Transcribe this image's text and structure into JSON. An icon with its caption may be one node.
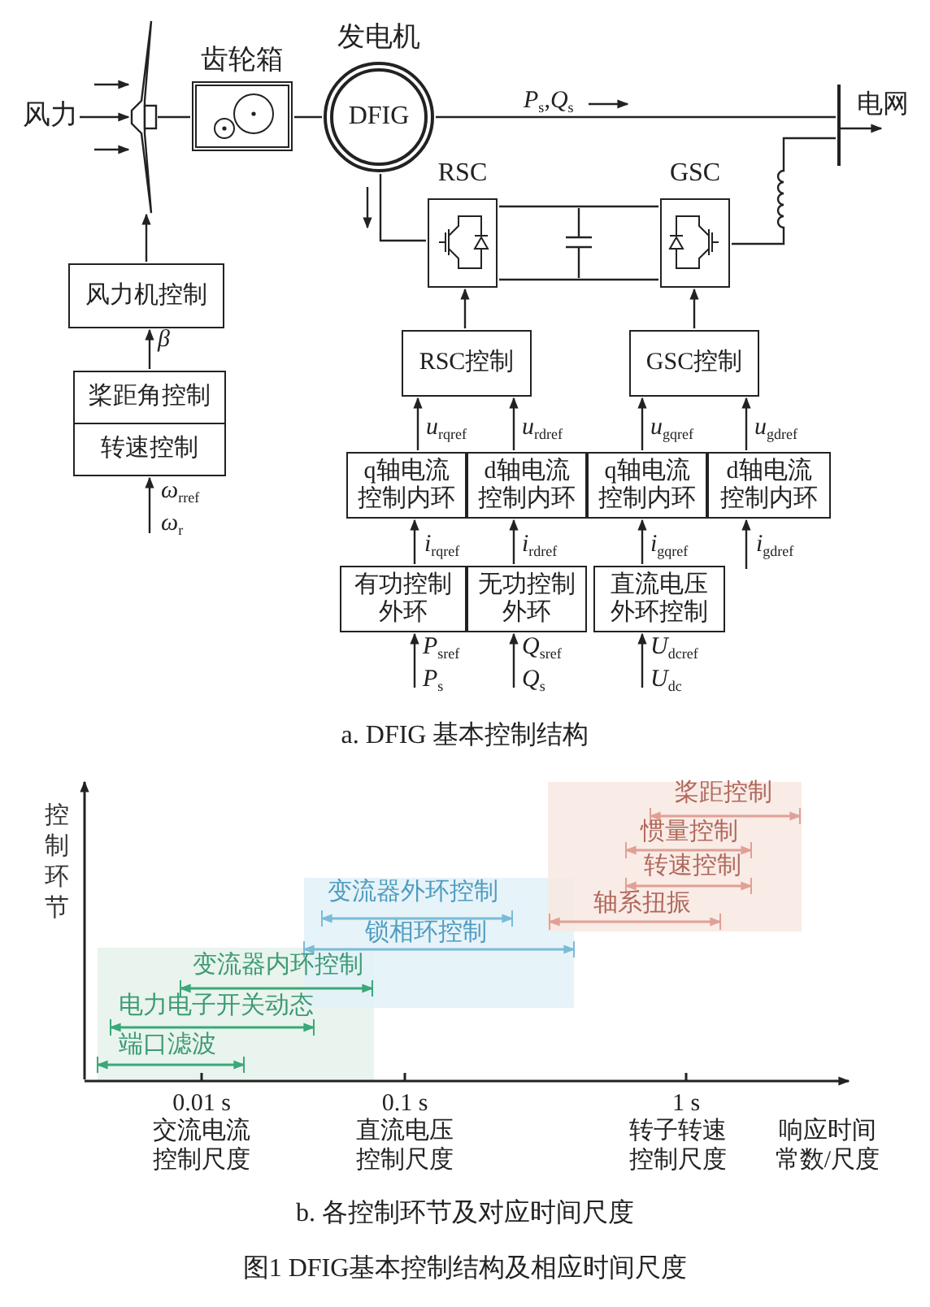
{
  "diagram": {
    "caption": "图1 DFIG基本控制结构及相应时间尺度",
    "nodes": [
      {
        "text": [
          "风力"
        ]
      },
      {
        "text": [],
        "shape": "turbine"
      },
      {
        "text": [
          "齿轮箱"
        ]
      },
      {
        "text": [
          "发电机",
          "DFIG"
        ]
      },
      {
        "text": [
          "电网"
        ]
      },
      {
        "text": [
          "RSC"
        ]
      },
      {
        "text": [
          "GSC"
        ]
      },
      {
        "text": [
          "风力机控制"
        ]
      },
      {
        "text": [
          "桨距角控制"
        ]
      },
      {
        "text": [
          "转速控制"
        ]
      },
      {
        "text": [
          "RSC控制"
        ]
      },
      {
        "text": [
          "GSC控制"
        ]
      },
      {
        "text": [
          "q轴电流控制内环"
        ]
      },
      {
        "text": [
          "d轴电流控制内环"
        ]
      },
      {
        "text": [
          "q轴电流控制内环"
        ]
      },
      {
        "text": [
          "d轴电流控制内环"
        ]
      },
      {
        "text": [
          "有功控制外环"
        ]
      },
      {
        "text": [
          "无功控制外环"
        ]
      },
      {
        "text": [
          "直流电压外环控制"
        ]
      }
    ],
    "edges": [
      {
        "from": 0,
        "to": 1,
        "arrow": "to"
      },
      {
        "from": 0,
        "to": 1,
        "arrow": "to"
      },
      {
        "from": 0,
        "to": 1,
        "arrow": "to"
      },
      {
        "from": 1,
        "to": 2,
        "arrow": "none"
      },
      {
        "from": 2,
        "to": 3,
        "arrow": "none"
      },
      {
        "from": 3,
        "to": 4,
        "arrow": "none",
        "label": "*P*$_{s}$,*Q*$_{s}$"
      },
      {
        "from": null,
        "to": 4,
        "arrow": "to"
      },
      {
        "from": 3,
        "to": 5,
        "arrow": "none"
      },
      {
        "from": 5,
        "to": 6,
        "arrow": "none"
      },
      {
        "from": 5,
        "to": 6,
        "arrow": "none"
      },
      {
        "from": 6,
        "to": 4,
        "arrow": "none"
      },
      {
        "from": 7,
        "to": 1,
        "arrow": "to"
      },
      {
        "from": 8,
        "to": 7,
        "arrow": "to",
        "label": "*β*"
      },
      {
        "from": null,
        "to": 9,
        "arrow": "to",
        "label": "*ω*$_{rref}$ *ω*$_{r}$"
      },
      {
        "from": 10,
        "to": 5,
        "arrow": "to"
      },
      {
        "from": 11,
        "to": 6,
        "arrow": "to"
      },
      {
        "from": 12,
        "to": 10,
        "arrow": "to",
        "label": "*u*$_{rqref}$"
      },
      {
        "from": 13,
        "to": 10,
        "arrow": "to",
        "label": "*u*$_{rdref}$"
      },
      {
        "from": 14,
        "to": 11,
        "arrow": "to",
        "label": "*u*$_{gqref}$"
      },
      {
        "from": 15,
        "to": 11,
        "arrow": "to",
        "label": "*u*$_{gdref}$"
      },
      {
        "from": 16,
        "to": 12,
        "arrow": "to",
        "label": "*i*$_{rqref}$"
      },
      {
        "from": 17,
        "to": 13,
        "arrow": "to",
        "label": "*i*$_{rdref}$"
      },
      {
        "from": 18,
        "to": 14,
        "arrow": "to",
        "label": "*i*$_{gqref}$"
      },
      {
        "from": null,
        "to": 15,
        "arrow": "to",
        "label": "*i*$_{gdref}$"
      },
      {
        "from": null,
        "to": 16,
        "arrow": "to",
        "label": "*P*$_{sref}$ *P*$_{s}$"
      },
      {
        "from": null,
        "to": 17,
        "arrow": "to",
        "label": "*Q*$_{sref}$ *Q*$_{s}$"
      },
      {
        "from": null,
        "to": 18,
        "arrow": "to",
        "label": "*U*$_{dcref}$ *U*$_{dc}$"
      }
    ],
    "labels": [
      "a. DFIG 基本控制结构",
      "控制环节",
      "桨距控制",
      "惯量控制",
      "转速控制",
      "变流器外环控制",
      "轴系扭振",
      "锁相环控制",
      "变流器内环控制",
      "电力电子开关动态",
      "端口滤波",
      "0.01 s",
      "交流电流控制尺度",
      "0.1 s",
      "直流电压控制尺度",
      "1 s",
      "转子转速控制尺度",
      "响应时间常数/尺度",
      "b. 各控制环节及对应时间尺度"
    ]
  }
}
